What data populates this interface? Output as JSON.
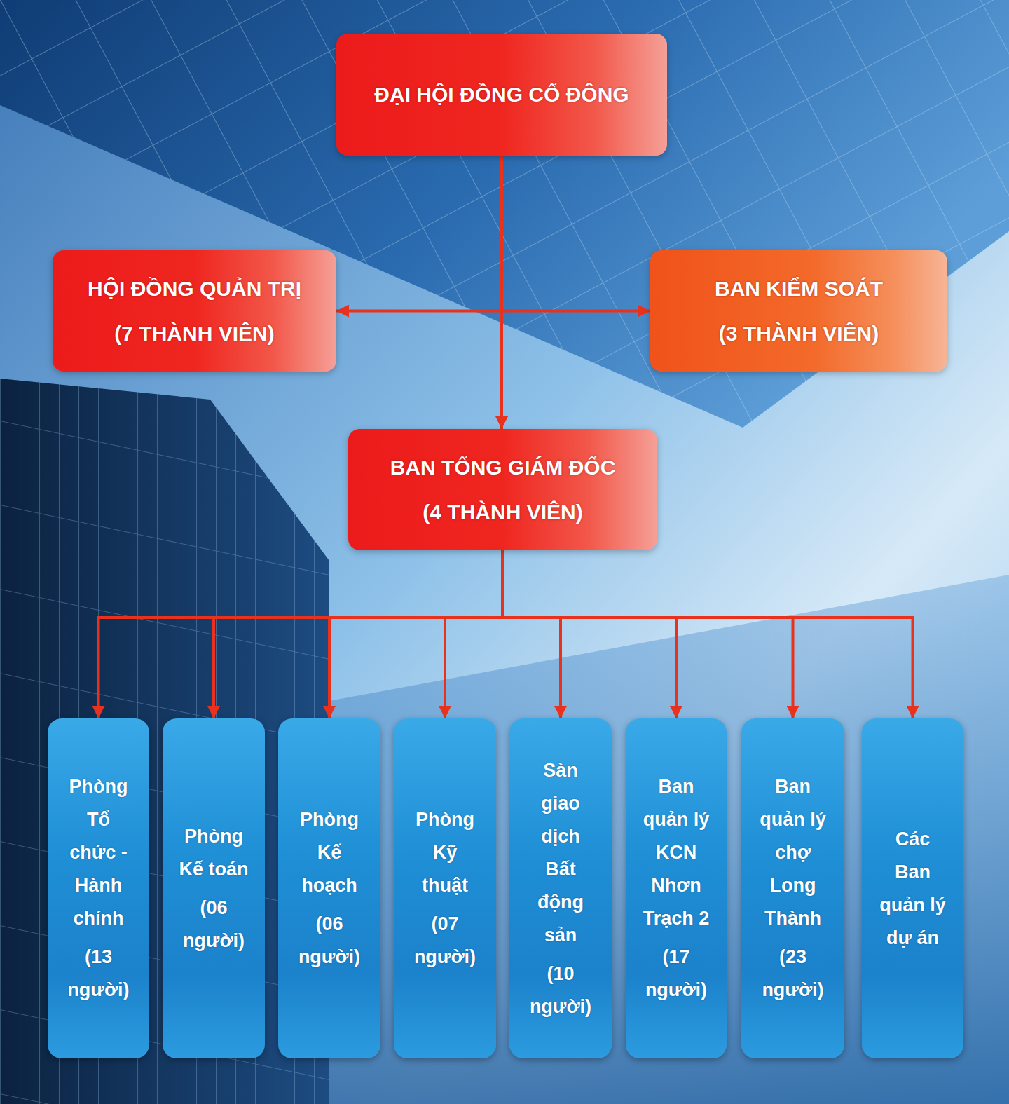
{
  "diagram": {
    "nodes": [
      {
        "text": [
          "ĐẠI HỘI ĐỒNG CỔ ĐÔNG"
        ]
      },
      {
        "text": [
          "HỘI ĐỒNG QUẢN TRỊ",
          "(7 THÀNH VIÊN)"
        ]
      },
      {
        "text": [
          "BAN KIỂM SOÁT",
          "(3 THÀNH VIÊN)"
        ]
      },
      {
        "text": [
          "BAN TỔNG GIÁM ĐỐC",
          "(4 THÀNH VIÊN)"
        ]
      },
      {
        "text": [
          "Phòng Tổ chức - Hành chính",
          "(13 người)"
        ]
      },
      {
        "text": [
          "Phòng Kế toán",
          "(06 người)"
        ]
      },
      {
        "text": [
          "Phòng Kế hoạch",
          "(06 người)"
        ]
      },
      {
        "text": [
          "Phòng Kỹ thuật",
          "(07 người)"
        ]
      },
      {
        "text": [
          "Sàn giao dịch Bất động sản",
          "(10 người)"
        ]
      },
      {
        "text": [
          "Ban quản lý KCN Nhơn Trạch 2",
          "(17 người)"
        ]
      },
      {
        "text": [
          "Ban quản lý chợ Long Thành",
          "(23 người)"
        ]
      },
      {
        "text": [
          "Các Ban quản lý dự án"
        ]
      }
    ],
    "edges": [
      {
        "from": 0,
        "to": 1,
        "arrow": "to"
      },
      {
        "from": 0,
        "to": 2,
        "arrow": "to"
      },
      {
        "from": 0,
        "to": 3,
        "arrow": "to"
      },
      {
        "from": 3,
        "to": 4,
        "arrow": "to"
      },
      {
        "from": 3,
        "to": 5,
        "arrow": "to"
      },
      {
        "from": 3,
        "to": 6,
        "arrow": "to"
      },
      {
        "from": 3,
        "to": 7,
        "arrow": "to"
      },
      {
        "from": 3,
        "to": 8,
        "arrow": "to"
      },
      {
        "from": 3,
        "to": 9,
        "arrow": "to"
      },
      {
        "from": 3,
        "to": 10,
        "arrow": "to"
      },
      {
        "from": 3,
        "to": 11,
        "arrow": "to"
      }
    ]
  }
}
